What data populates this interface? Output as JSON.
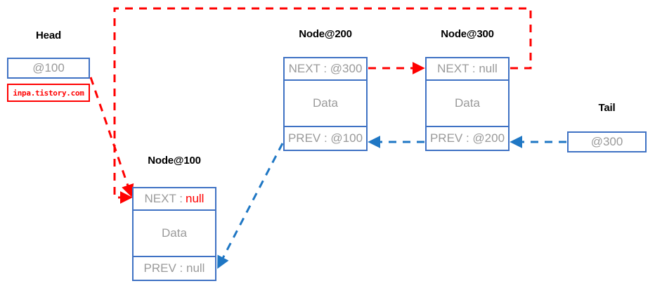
{
  "diagram": {
    "title": "doubly-linked-list",
    "watermark": "inpa.tistory.com",
    "colors": {
      "node_border": "#3f72c4",
      "next_link": "#ff0000",
      "prev_link": "#1f77c4",
      "value_text": "#9a9a9a",
      "null_text": "#ff0000",
      "caption_text": "#000000"
    },
    "head": {
      "caption": "Head",
      "value": "@100"
    },
    "tail": {
      "caption": "Tail",
      "value": "@300"
    },
    "nodes": [
      {
        "caption": "Node@100",
        "next_label": "NEXT :",
        "next_value": "null",
        "next_is_null": true,
        "data_label": "Data",
        "prev_label": "PREV : null",
        "prev_value": "null",
        "prev_is_null": true
      },
      {
        "caption": "Node@200",
        "next_label": "NEXT : @300",
        "next_value": "@300",
        "next_is_null": false,
        "data_label": "Data",
        "prev_label": "PREV : @100",
        "prev_value": "@100",
        "prev_is_null": false
      },
      {
        "caption": "Node@300",
        "next_label": "NEXT : null",
        "next_value": "null",
        "next_is_null": true,
        "data_label": "Data",
        "prev_label": "PREV : @200",
        "prev_value": "@200",
        "prev_is_null": false
      }
    ]
  }
}
